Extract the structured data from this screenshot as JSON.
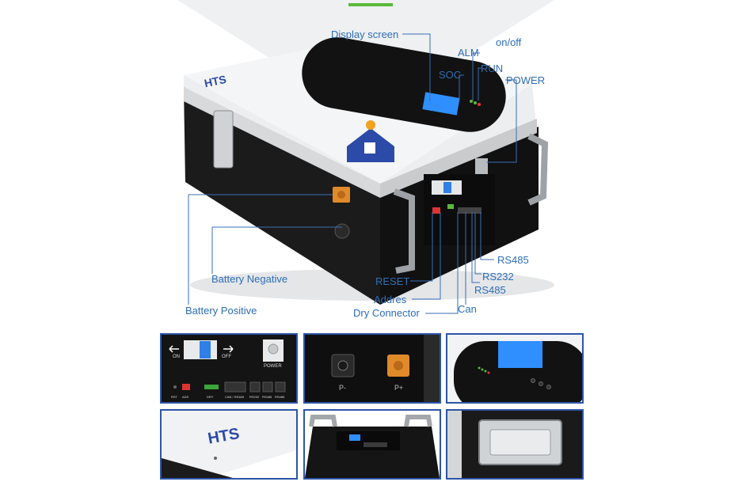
{
  "hero": {
    "callouts": {
      "display_screen": "Display screen",
      "on_off": "on/off",
      "alm": "ALM",
      "run": "RUN",
      "soc": "SOC",
      "power": "POWER",
      "rs485_top": "RS485",
      "battery_negative": "Battery Negative",
      "reset": "RESET",
      "rs232": "RS232",
      "rs485_bottom": "RS485",
      "addres": "Addres",
      "battery_positive": "Battery Positive",
      "dry_connector": "Dry Connector",
      "can": "Can"
    }
  },
  "thumbnails": {
    "panel": {
      "on": "ON",
      "off": "OFF",
      "power": "POWER",
      "ports": [
        "RST",
        "ADS",
        "DRY",
        "CAN / RS485",
        "RS232",
        "RS485",
        "RS485"
      ]
    },
    "terminals": {
      "negative": "P-",
      "positive": "P+"
    }
  },
  "colors": {
    "callout_text": "#2e6db6",
    "thumbnail_border": "#2c55a8",
    "accent_green": "#59b93a",
    "terminal_orange": "#e08a2a",
    "screen_blue": "#2f8fff"
  }
}
